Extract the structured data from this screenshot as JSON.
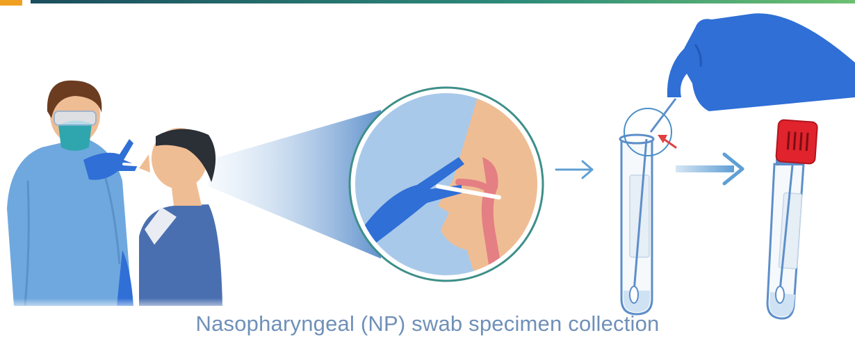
{
  "caption": "Nasopharyngeal (NP) swab specimen collection",
  "colors": {
    "gown_blue": "#6fa8de",
    "glove_blue": "#2f6fd6",
    "skin": "#efbd94",
    "mask_teal": "#2fa6ad",
    "tube_cap_red": "#e0232c",
    "arrow_blue": "#5f9fd5",
    "caption_blue": "#6f90b8",
    "indicator_arrow_red": "#e04040"
  },
  "steps": [
    {
      "name": "clinician-swabbing-patient"
    },
    {
      "name": "nasal-cavity-zoom"
    },
    {
      "name": "swab-broken-in-tube"
    },
    {
      "name": "capped-specimen-tube"
    }
  ]
}
